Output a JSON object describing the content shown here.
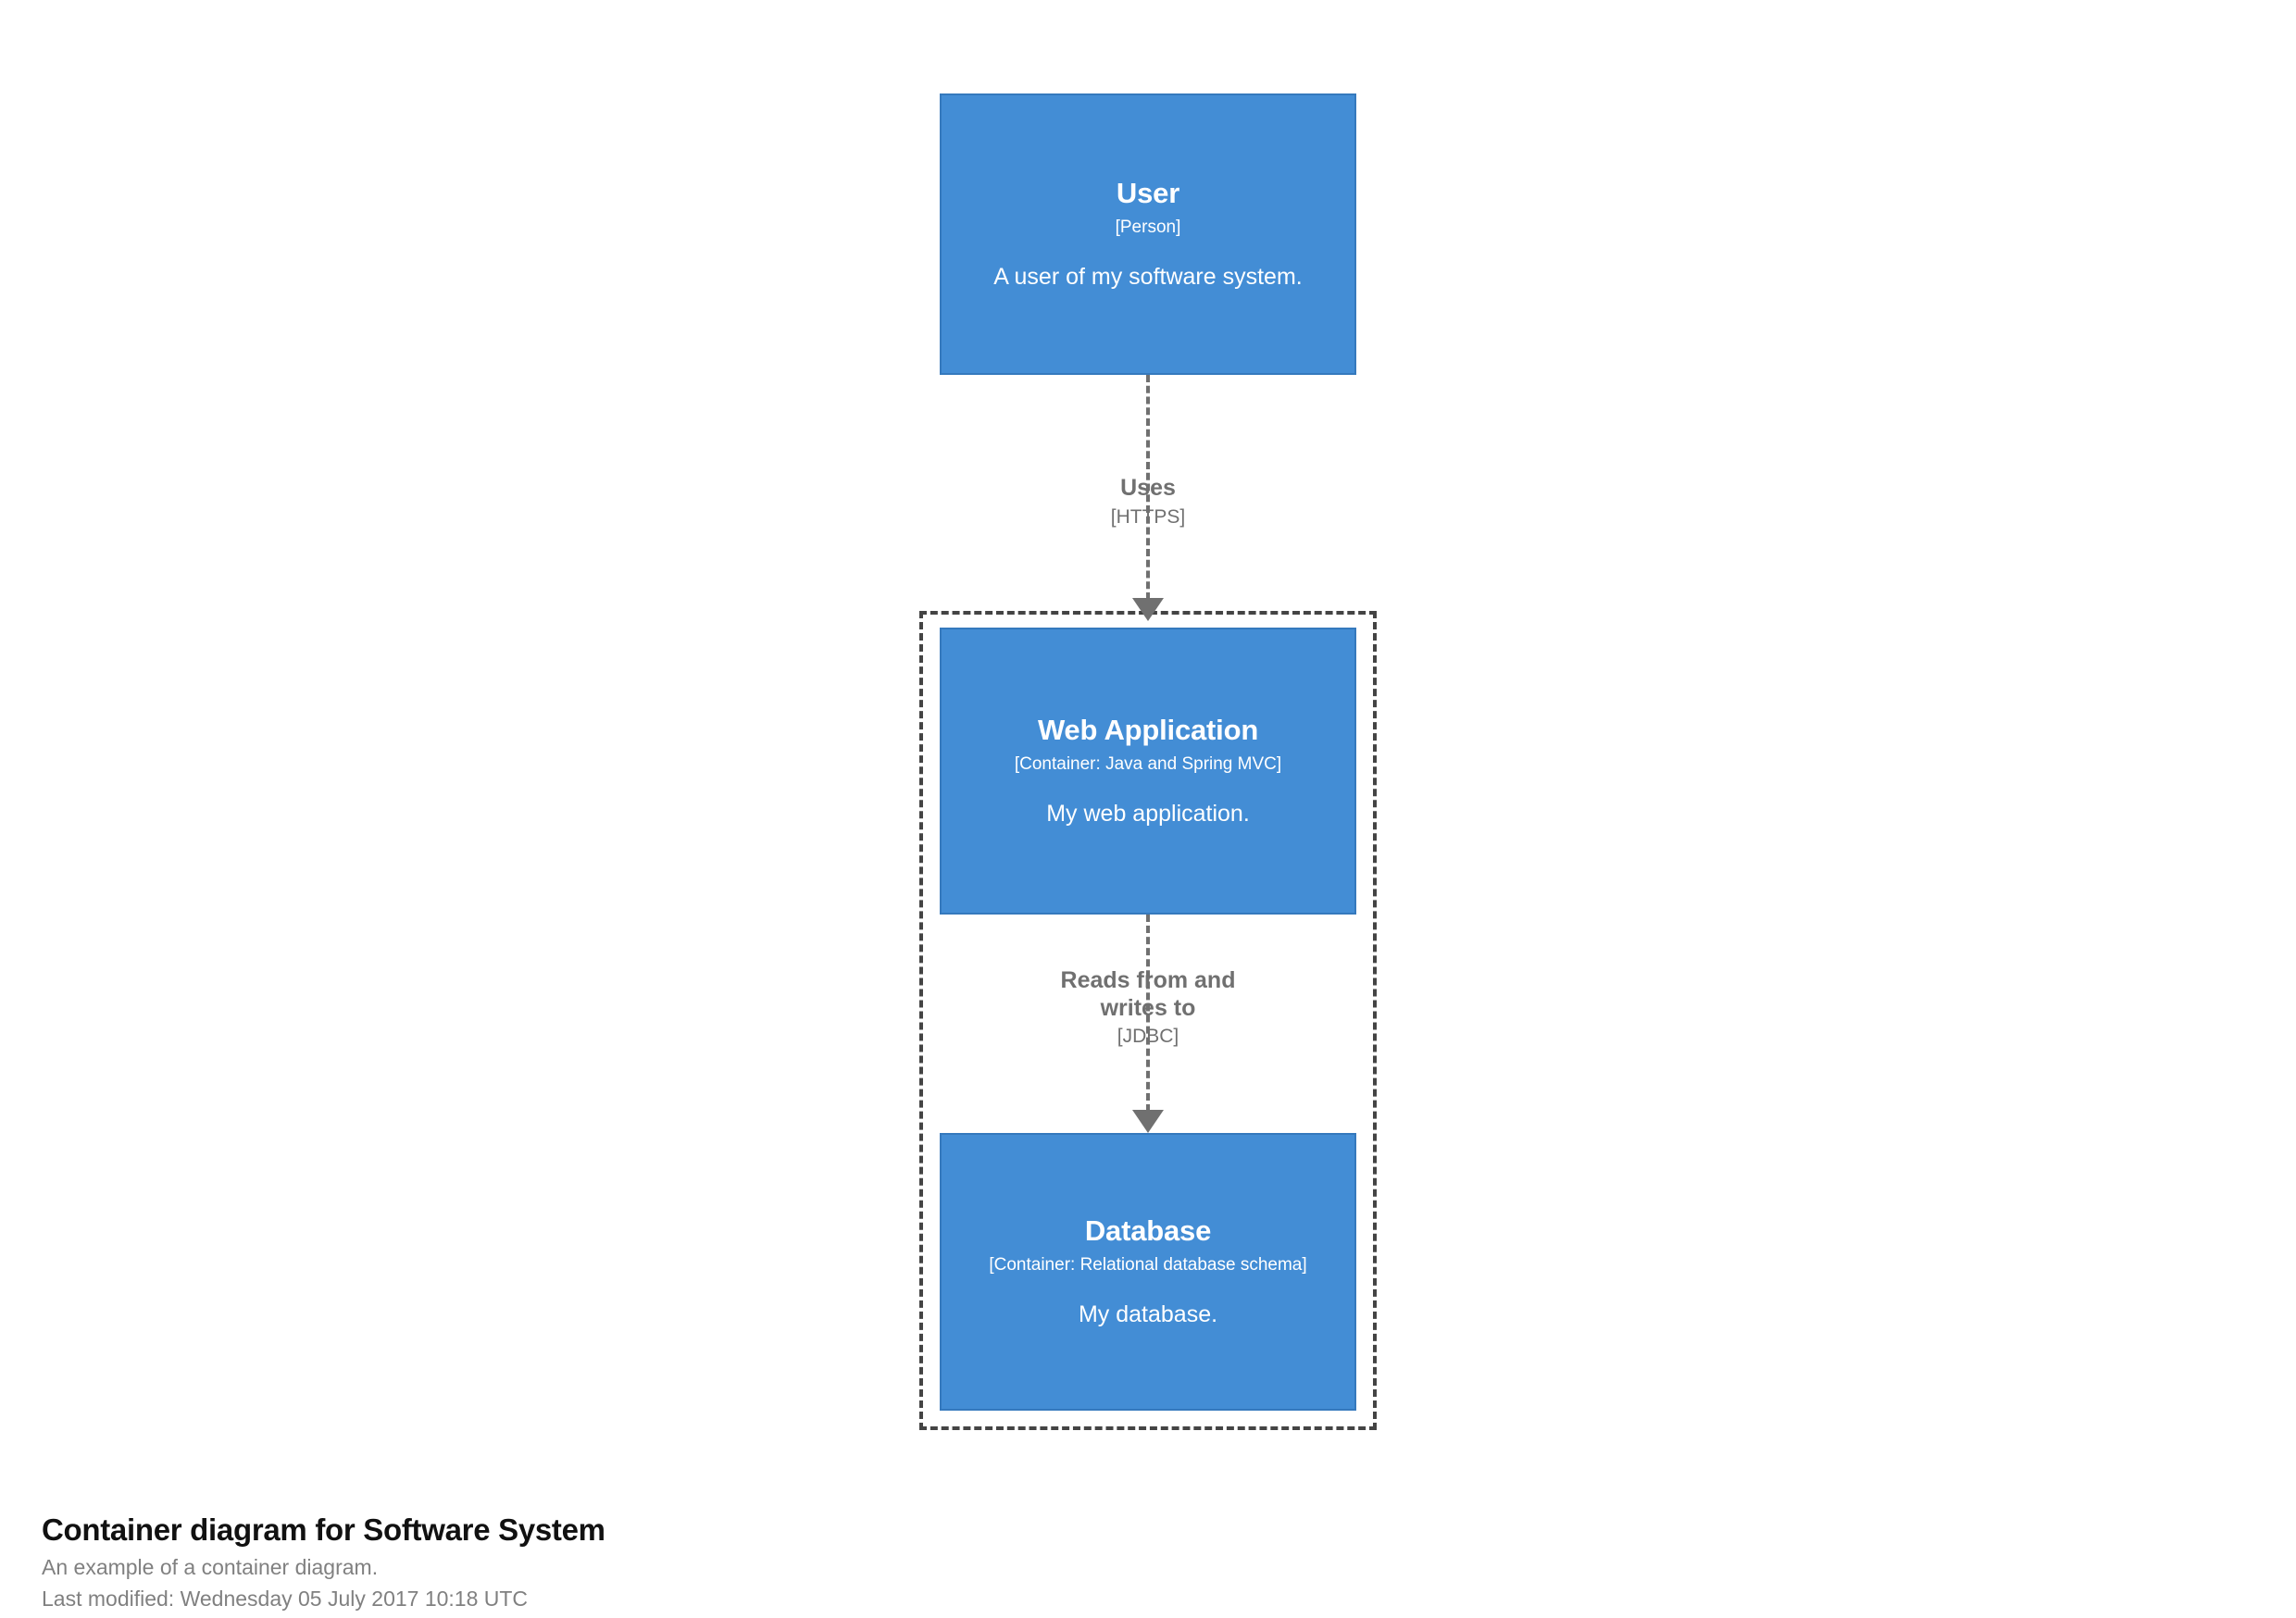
{
  "diagram": {
    "type": "c4-container-diagram",
    "background_color": "#ffffff",
    "element_fill_color": "#438dd5",
    "element_stroke_color": "#3579bd",
    "element_text_color": "#ffffff",
    "relationship_color": "#707070",
    "boundary_stroke_color": "#444444",
    "elements": [
      {
        "id": "user",
        "name": "User",
        "technology": "[Person]",
        "description": "A user of my software system."
      },
      {
        "id": "web-application",
        "name": "Web Application",
        "technology": "[Container: Java and Spring MVC]",
        "description": "My web application."
      },
      {
        "id": "database",
        "name": "Database",
        "technology": "[Container: Relational database schema]",
        "description": "My database."
      }
    ],
    "relationships": [
      {
        "id": "user-to-web-application",
        "description": "Uses",
        "technology": "[HTTPS]"
      },
      {
        "id": "web-application-to-database",
        "description_line1": "Reads from and",
        "description_line2": "writes to",
        "technology": "[JDBC]"
      }
    ],
    "boundary": {
      "id": "software-system-boundary",
      "style": "dashed"
    }
  },
  "caption": {
    "title": "Container diagram for Software System",
    "subtitle": "An example of a container diagram.",
    "last_modified": "Last modified: Wednesday 05 July 2017 10:18 UTC"
  }
}
